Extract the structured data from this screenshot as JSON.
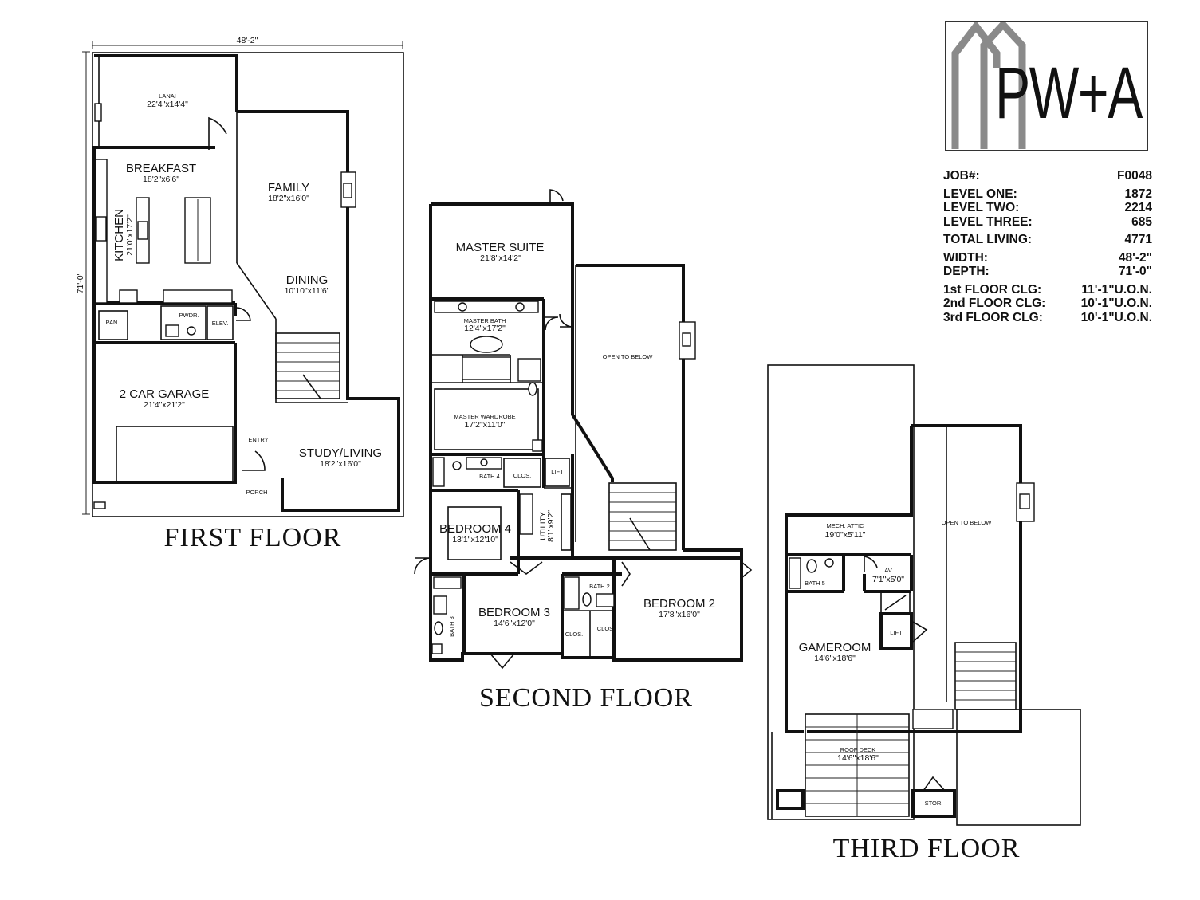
{
  "logo": {
    "text": "PW+A"
  },
  "stats": [
    {
      "label": "JOB#:",
      "value": "F0048",
      "gap": false
    },
    {
      "label": "LEVEL ONE:",
      "value": "1872",
      "gap": true
    },
    {
      "label": "LEVEL TWO:",
      "value": "2214",
      "gap": false
    },
    {
      "label": "LEVEL THREE:",
      "value": "685",
      "gap": false
    },
    {
      "label": "TOTAL LIVING:",
      "value": "4771",
      "gap": true
    },
    {
      "label": "WIDTH:",
      "value": "48'-2\"",
      "gap": true
    },
    {
      "label": "DEPTH:",
      "value": "71'-0\"",
      "gap": false
    },
    {
      "label": "1st FLOOR CLG:",
      "value": "11'-1\"U.O.N.",
      "gap": true
    },
    {
      "label": "2nd FLOOR CLG:",
      "value": "10'-1\"U.O.N.",
      "gap": false
    },
    {
      "label": "3rd FLOOR CLG:",
      "value": "10'-1\"U.O.N.",
      "gap": false
    }
  ],
  "first_floor": {
    "title": "FIRST FLOOR",
    "width_dim": "48'-2\"",
    "depth_dim": "71'-0\"",
    "lanai": {
      "name": "LANAI",
      "dim": "22'4\"x14'4\""
    },
    "breakfast": {
      "name": "BREAKFAST",
      "dim": "18'2\"x6'6\""
    },
    "kitchen": {
      "name": "KITCHEN",
      "dim": "21'0\"x17'2\""
    },
    "family": {
      "name": "FAMILY",
      "dim": "18'2\"x16'0\""
    },
    "dining": {
      "name": "DINING",
      "dim": "10'10\"x11'6\""
    },
    "pan": "PAN.",
    "pwdr": "PWDR.",
    "elev": "ELEV.",
    "garage": {
      "name": "2 CAR GARAGE",
      "dim": "21'4\"x21'2\""
    },
    "entry": "ENTRY",
    "porch": "PORCH",
    "study": {
      "name": "STUDY/LIVING",
      "dim": "18'2\"x16'0\""
    }
  },
  "second_floor": {
    "title": "SECOND FLOOR",
    "master_suite": {
      "name": "MASTER SUITE",
      "dim": "21'8\"x14'2\""
    },
    "master_bath": {
      "name": "MASTER BATH",
      "dim": "12'4\"x17'2\""
    },
    "master_wardrobe": {
      "name": "MASTER WARDROBE",
      "dim": "17'2\"x11'0\""
    },
    "open_to_below": "OPEN TO BELOW",
    "bath4": "BATH 4",
    "clos": "CLOS.",
    "lift": "LIFT",
    "bedroom4": {
      "name": "BEDROOM 4",
      "dim": "13'1\"x12'10\""
    },
    "utility": {
      "name": "UTILITY",
      "dim": "8'1\"x9'2\""
    },
    "bath3": "BATH 3",
    "bedroom3": {
      "name": "BEDROOM 3",
      "dim": "14'6\"x12'0\""
    },
    "bath2": "BATH 2",
    "bedroom2": {
      "name": "BEDROOM 2",
      "dim": "17'8\"x16'0\""
    }
  },
  "third_floor": {
    "title": "THIRD FLOOR",
    "mech_attic": {
      "name": "MECH. ATTIC",
      "dim": "19'0\"x5'11\""
    },
    "open_to_below": "OPEN TO BELOW",
    "bath5": "BATH 5",
    "av": {
      "name": "AV",
      "dim": "7'1\"x5'0\""
    },
    "lift": "LIFT",
    "gameroom": {
      "name": "GAMEROOM",
      "dim": "14'6\"x18'6\""
    },
    "roof_deck": {
      "name": "ROOF DECK",
      "dim": "14'6\"x18'6\""
    },
    "stor": "STOR."
  }
}
